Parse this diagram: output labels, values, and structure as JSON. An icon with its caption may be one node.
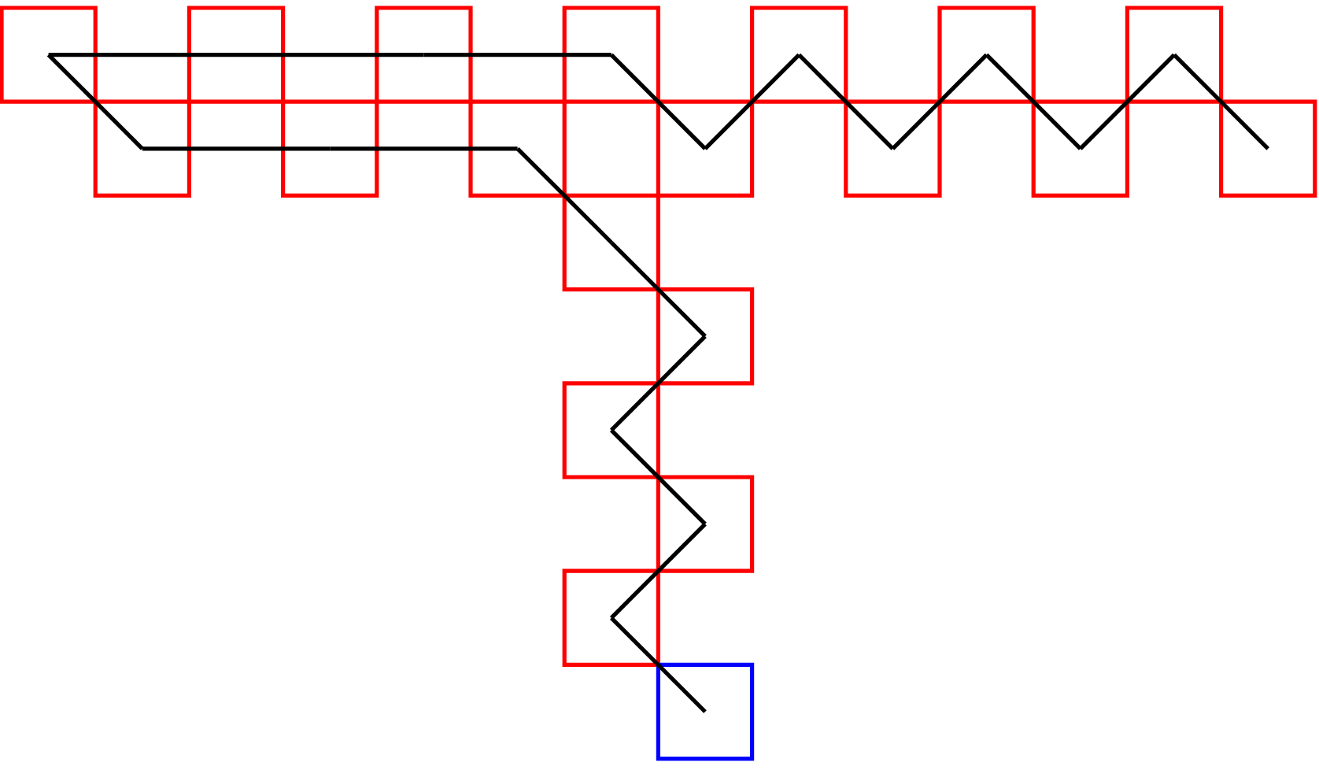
{
  "diagram": {
    "nodes": [
      {
        "text": [],
        "shape": "box"
      },
      {
        "text": [],
        "shape": "box"
      },
      {
        "text": [],
        "shape": "box"
      },
      {
        "text": [],
        "shape": "box"
      },
      {
        "text": [],
        "shape": "box"
      },
      {
        "text": [],
        "shape": "box"
      },
      {
        "text": [],
        "shape": "box"
      },
      {
        "text": [],
        "shape": "box"
      },
      {
        "text": [],
        "shape": "box"
      },
      {
        "text": [],
        "shape": "box"
      },
      {
        "text": [],
        "shape": "box"
      },
      {
        "text": [],
        "shape": "box"
      },
      {
        "text": [],
        "shape": "box"
      },
      {
        "text": [],
        "shape": "box"
      },
      {
        "text": [],
        "shape": "box"
      },
      {
        "text": [],
        "shape": "box"
      },
      {
        "text": [],
        "shape": "box"
      },
      {
        "text": [],
        "shape": "box"
      },
      {
        "text": [],
        "shape": "box"
      },
      {
        "text": [],
        "shape": "box"
      }
    ],
    "edges": [
      {
        "from": 0,
        "to": 1,
        "arrow": "none"
      },
      {
        "from": 1,
        "to": 2,
        "arrow": "none"
      },
      {
        "from": 2,
        "to": 3,
        "arrow": "none"
      },
      {
        "from": 3,
        "to": 10,
        "arrow": "none"
      },
      {
        "from": 10,
        "to": 4,
        "arrow": "none"
      },
      {
        "from": 4,
        "to": 11,
        "arrow": "none"
      },
      {
        "from": 11,
        "to": 5,
        "arrow": "none"
      },
      {
        "from": 5,
        "to": 12,
        "arrow": "none"
      },
      {
        "from": 12,
        "to": 6,
        "arrow": "none"
      },
      {
        "from": 6,
        "to": 13,
        "arrow": "none"
      },
      {
        "from": 0,
        "to": 7,
        "arrow": "none"
      },
      {
        "from": 7,
        "to": 8,
        "arrow": "none"
      },
      {
        "from": 8,
        "to": 9,
        "arrow": "none"
      },
      {
        "from": 9,
        "to": 14,
        "arrow": "none"
      },
      {
        "from": 14,
        "to": 15,
        "arrow": "none"
      },
      {
        "from": 15,
        "to": 16,
        "arrow": "none"
      },
      {
        "from": 16,
        "to": 17,
        "arrow": "none"
      },
      {
        "from": 17,
        "to": 18,
        "arrow": "none"
      },
      {
        "from": 18,
        "to": 19,
        "arrow": "none"
      }
    ]
  }
}
